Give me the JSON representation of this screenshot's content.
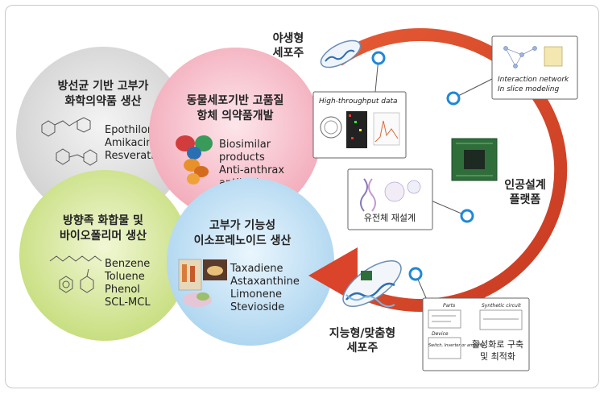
{
  "colors": {
    "cycle_arrow": "#d9442a",
    "node_dot": "#1e88d6",
    "circle_gray": "#d7d7d7",
    "circle_pink": "#f4b8c4",
    "circle_green": "#cde28a",
    "circle_blue": "#b9dcf2"
  },
  "circles": {
    "antibiotics": {
      "title_line1": "방선균 기반 고부가",
      "title_line2": "화학의약품 생산",
      "items": [
        "Epothilone",
        "Amikacin",
        "Resveratrol"
      ]
    },
    "antibody": {
      "title_line1": "동물세포기반 고품질",
      "title_line2": "항체 의약품개발",
      "items": [
        "Biosimilar",
        "products",
        "Anti-anthrax",
        "antibody"
      ]
    },
    "aromatics": {
      "title_line1": "방향족 화합물 및",
      "title_line2": "바이오폴리머 생산",
      "items": [
        "Benzene",
        "Toluene",
        "Phenol",
        "SCL-MCL"
      ]
    },
    "isoprenoids": {
      "title_line1": "고부가 기능성",
      "title_line2": "이소프레노이드 생산",
      "items": [
        "Taxadiene",
        "Astaxanthine",
        "Limonene",
        "Stevioside"
      ]
    }
  },
  "cycle": {
    "wild_strain": {
      "line1": "야생형",
      "line2": "세포주"
    },
    "platform": {
      "line1": "인공설계",
      "line2": "플랫폼"
    },
    "smart_strain": {
      "line1": "지능형/맞춤형",
      "line2": "세포주"
    }
  },
  "callouts": {
    "high_throughput": "High-throughput data",
    "interaction_line1": "Interaction network",
    "interaction_line2": "In slice modeling",
    "genome": "유전체 재설계",
    "circuit_line1": "활성화로 구축",
    "circuit_line2": "및 최적화",
    "circuit_parts": "Parts",
    "circuit_synthetic": "Synthetic circuit",
    "circuit_device": "Device",
    "circuit_device_sub": "Switch, Inverter or amplifier"
  }
}
